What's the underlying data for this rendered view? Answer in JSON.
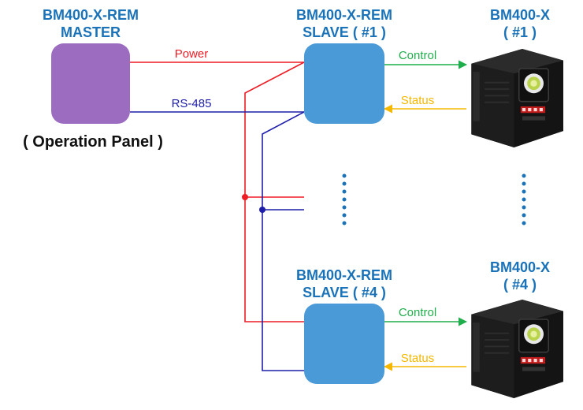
{
  "master": {
    "title_line1": "BM400-X-REM",
    "title_line2": "MASTER",
    "caption": "( Operation Panel )"
  },
  "slave1": {
    "title_line1": "BM400-X-REM",
    "title_line2": "SLAVE ( #1 )"
  },
  "slave4": {
    "title_line1": "BM400-X-REM",
    "title_line2": "SLAVE ( #4 )"
  },
  "device1": {
    "title_line1": "BM400-X",
    "title_line2": "( #1 )"
  },
  "device4": {
    "title_line1": "BM400-X",
    "title_line2": "( #4 )"
  },
  "links": {
    "power": "Power",
    "rs485": "RS-485",
    "control": "Control",
    "status": "Status"
  },
  "colors": {
    "master": "#9b6cc0",
    "slave": "#4b9ad8",
    "title": "#1a72b8",
    "power": "#ee1c24",
    "rs485": "#1e1eaa",
    "control": "#1fae4b",
    "status": "#f5b800",
    "dots": "#1a72b8"
  },
  "icons": {
    "device": "projector-lamp-unit-icon"
  }
}
